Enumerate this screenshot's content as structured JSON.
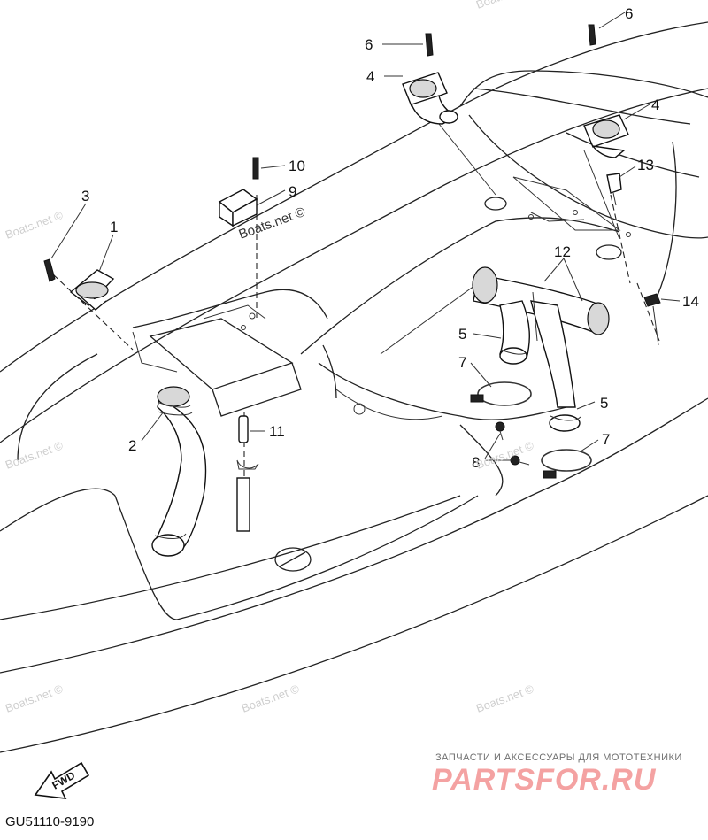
{
  "callouts": {
    "c1": "1",
    "c2": "2",
    "c3": "3",
    "c4a": "4",
    "c4b": "4",
    "c5a": "5",
    "c5b": "5",
    "c6a": "6",
    "c6b": "6",
    "c7a": "7",
    "c7b": "7",
    "c8": "8",
    "c9": "9",
    "c10": "10",
    "c11": "11",
    "c12": "12",
    "c13": "13",
    "c14": "14"
  },
  "watermark": "Boats.net ©",
  "direction_label": "FWD",
  "drawing_code": "GU51110-9190",
  "brand": {
    "caption": "ЗАПЧАСТИ И АКСЕССУАРЫ ДЛЯ МОТОТЕХНИКИ",
    "logo": "PARTSFOR.RU"
  }
}
